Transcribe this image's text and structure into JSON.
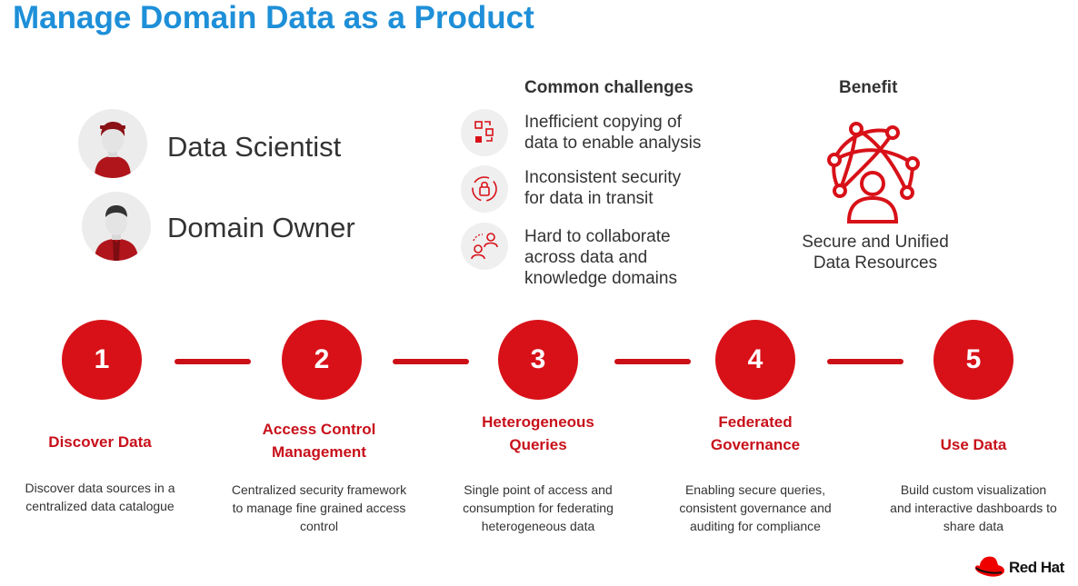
{
  "title": "Manage Domain Data as a Product",
  "personas": [
    {
      "label": "Data Scientist"
    },
    {
      "label": "Domain Owner"
    }
  ],
  "challenges": {
    "header": "Common challenges",
    "items": [
      {
        "line1": "Inefficient copying of",
        "line2": "data to enable analysis",
        "line3": ""
      },
      {
        "line1": "Inconsistent security",
        "line2": "for data in transit",
        "line3": ""
      },
      {
        "line1": "Hard to collaborate",
        "line2": "across data and",
        "line3": "knowledge domains"
      }
    ]
  },
  "benefit": {
    "header": "Benefit",
    "line1": "Secure and Unified",
    "line2": "Data Resources"
  },
  "steps": [
    {
      "number": "1",
      "title1": "Discover Data",
      "title2": "",
      "desc1": "Discover data sources in a",
      "desc2": "centralized data catalogue",
      "desc3": ""
    },
    {
      "number": "2",
      "title1": "Access Control",
      "title2": "Management",
      "desc1": "Centralized security framework",
      "desc2": "to manage fine grained access",
      "desc3": "control"
    },
    {
      "number": "3",
      "title1": "Heterogeneous",
      "title2": "Queries",
      "desc1": "Single point of access and",
      "desc2": "consumption for federating",
      "desc3": "heterogeneous data"
    },
    {
      "number": "4",
      "title1": "Federated",
      "title2": "Governance",
      "desc1": "Enabling secure queries,",
      "desc2": "consistent governance and",
      "desc3": "auditing for compliance"
    },
    {
      "number": "5",
      "title1": "Use Data",
      "title2": "",
      "desc1": "Build custom visualization",
      "desc2": "and interactive dashboards to",
      "desc3": "share data"
    }
  ],
  "logo": {
    "text": "Red Hat"
  },
  "colors": {
    "title_blue": "#1e8fd8",
    "accent_red": "#d81118",
    "text_dark": "#333333"
  }
}
